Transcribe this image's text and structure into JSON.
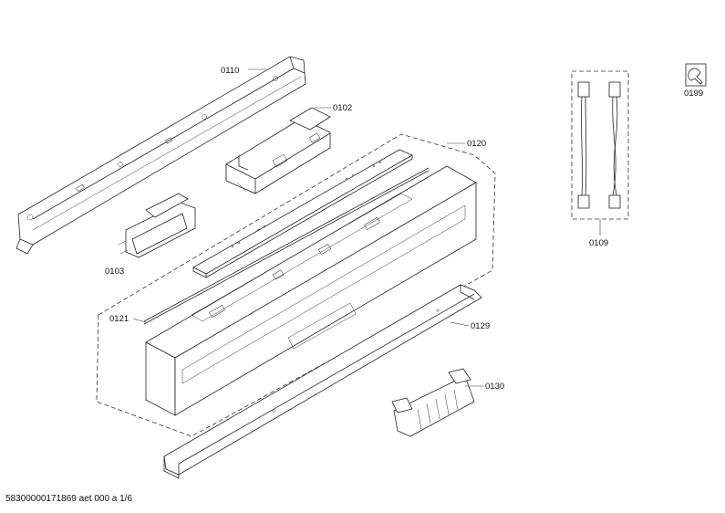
{
  "labels": {
    "p0110": "0110",
    "p0102": "0102",
    "p0120": "0120",
    "p0103": "0103",
    "p0121": "0121",
    "p0129": "0129",
    "p0130": "0130",
    "p0109": "0109",
    "p0199": "0199"
  },
  "footer": "58300000171869 aet 000 a 1/6"
}
